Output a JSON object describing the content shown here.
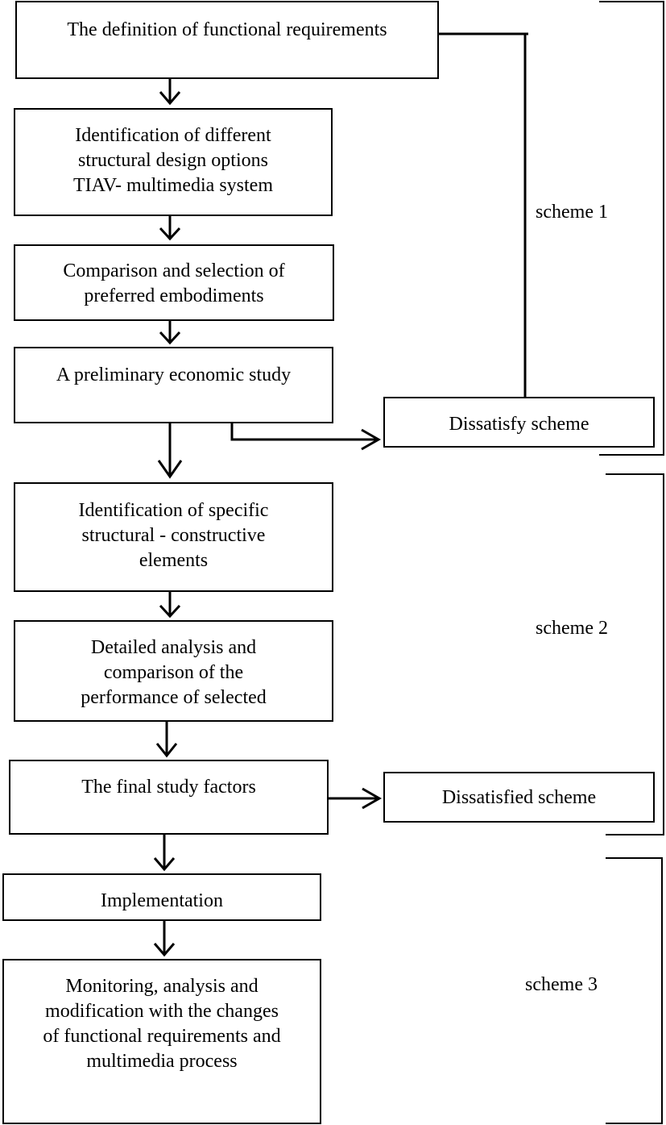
{
  "boxes": {
    "functional_requirements": "The definition of functional requirements",
    "design_options": "Identification of different\nstructural design options\nTIAV- multimedia system",
    "comparison": "Comparison and selection of\npreferred embodiments",
    "economic_study": "A preliminary economic study",
    "dissatisfy_scheme": "Dissatisfy scheme",
    "specific_elements": "Identification of specific\nstructural - constructive\nelements",
    "detailed_analysis": "Detailed analysis and\ncomparison of the\nperformance of selected",
    "final_study": "The final study factors",
    "dissatisfied_scheme": "Dissatisfied scheme",
    "implementation": "Implementation",
    "monitoring": "Monitoring, analysis and\nmodification with the changes\nof functional requirements and\nmultimedia process"
  },
  "schemes": {
    "scheme1": "scheme 1",
    "scheme2": "scheme 2",
    "scheme3": "scheme 3"
  }
}
